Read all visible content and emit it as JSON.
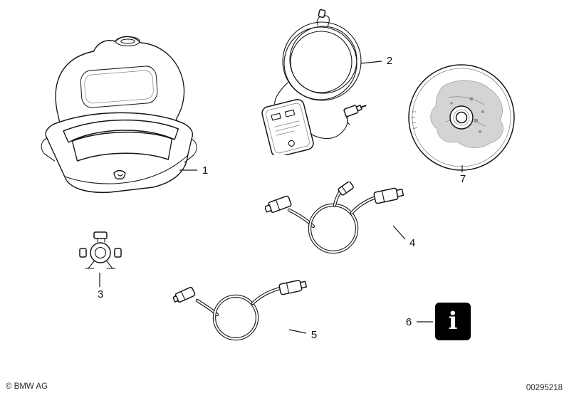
{
  "colors": {
    "background": "#ffffff",
    "line": "#161616",
    "info_tile_bg": "#000000",
    "info_tile_fg": "#ffffff",
    "cd_map_fill": "#d4d4d4"
  },
  "callouts": {
    "1": "1",
    "2": "2",
    "3": "3",
    "4": "4",
    "5": "5",
    "6": "6",
    "7": "7"
  },
  "info_panel": {
    "glyph": "i"
  },
  "footer": {
    "copyright": "© BMW AG",
    "image_number": "00295218"
  }
}
